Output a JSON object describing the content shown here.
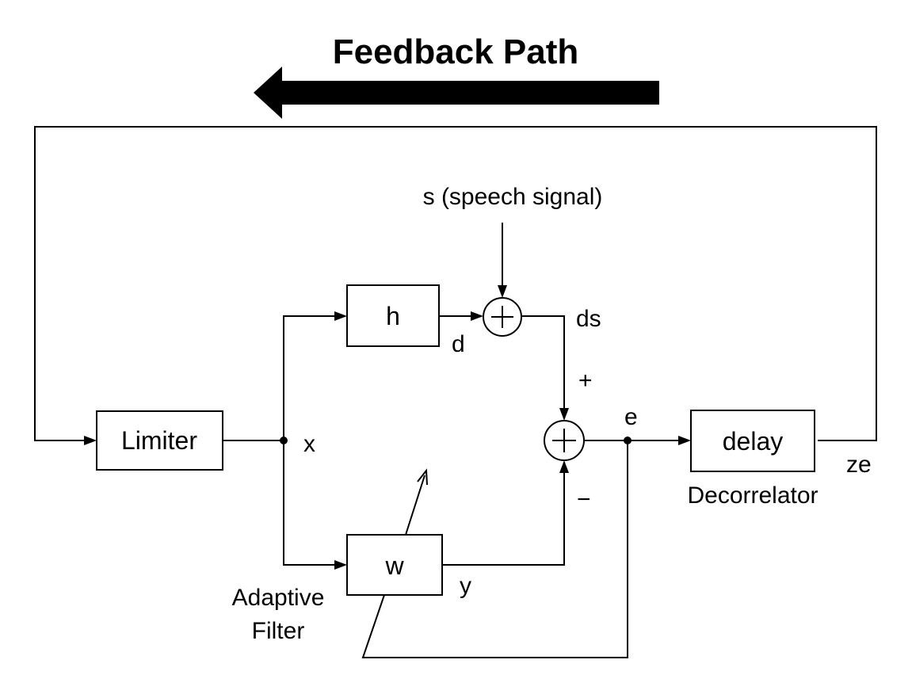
{
  "title": "Feedback Path",
  "blocks": {
    "limiter": "Limiter",
    "h": "h",
    "w": "w",
    "delay": "delay"
  },
  "signals": {
    "s": "s (speech signal)",
    "d": "d",
    "ds": "ds",
    "x": "x",
    "y": "y",
    "e": "e",
    "ze": "ze",
    "plus": "+",
    "minus": "−"
  },
  "captions": {
    "adaptive_line1": "Adaptive",
    "adaptive_line2": "Filter",
    "decorrelator": "Decorrelator"
  }
}
